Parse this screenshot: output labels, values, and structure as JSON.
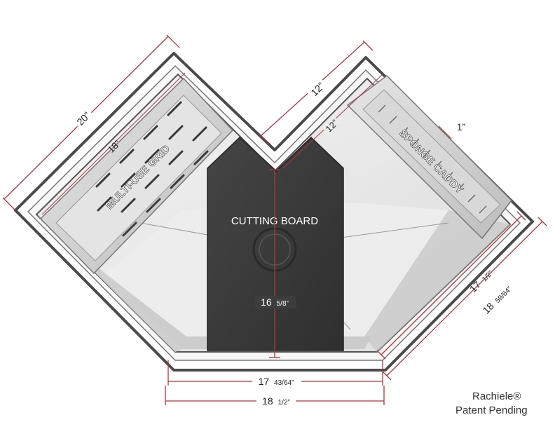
{
  "diagram": {
    "labels": {
      "multi_use_grid": "MULTI-USE GRID",
      "sponge_caddy": "SPONGE CADDY",
      "cutting_board": "CUTTING BOARD"
    },
    "dimensions": {
      "outer_left": "20”",
      "outer_top_right": "12”",
      "grid_length": "18”",
      "inner_right": "12”",
      "caddy_width": "1”",
      "board_height": {
        "main": "16",
        "frac": "5/8”"
      },
      "inner_right_side": {
        "main": "17",
        "frac": "1/2”"
      },
      "outer_right_side": {
        "main": "18",
        "frac": "59/64”"
      },
      "bottom_inner": {
        "main": "17",
        "frac": "43/64”"
      },
      "bottom_outer": {
        "main": "18",
        "frac": "1/2”"
      }
    },
    "colors": {
      "dimension_line": "#b0343d",
      "sink_rim": "#4a4a4a",
      "board": "#3d3d3d",
      "basin": "#e9e9e9"
    }
  },
  "brand": {
    "name": "Rachiele®",
    "status": "Patent Pending"
  }
}
